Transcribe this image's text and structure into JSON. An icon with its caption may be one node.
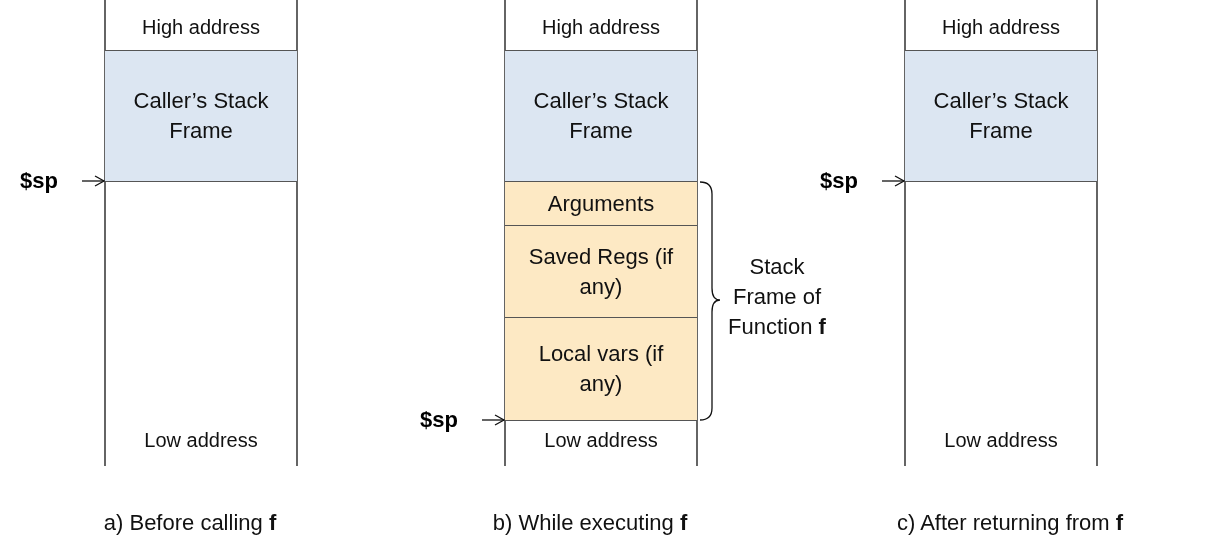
{
  "diagram": {
    "nodes": [
      {
        "text": [
          "Caller’s Stack Frame"
        ]
      },
      {
        "text": [
          "$sp"
        ]
      },
      {
        "text": [
          "Caller’s Stack Frame"
        ]
      },
      {
        "text": [
          "Arguments"
        ]
      },
      {
        "text": [
          "Saved Regs (if any)"
        ]
      },
      {
        "text": [
          "Local vars (if any)"
        ]
      },
      {
        "text": [
          "$sp"
        ]
      },
      {
        "text": [
          "Caller’s Stack Frame"
        ]
      },
      {
        "text": [
          "$sp"
        ]
      }
    ],
    "edges": [
      {
        "from": 1,
        "to": 0,
        "arrow": "to"
      },
      {
        "from": 6,
        "to": 5,
        "arrow": "to"
      },
      {
        "from": 8,
        "to": 7,
        "arrow": "to"
      }
    ],
    "labels": [
      "High address",
      "High address",
      "High address",
      "Stack Frame of Function **f**",
      "Low address",
      "Low address",
      "Low address",
      "a) Before calling **f**",
      "b) While executing **f**",
      "c) After returning from **f**"
    ]
  }
}
